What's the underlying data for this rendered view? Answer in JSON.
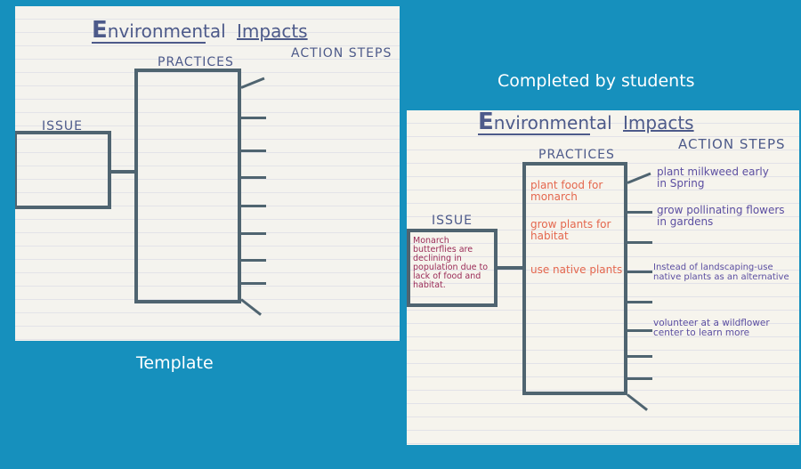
{
  "captions": {
    "completed": "Completed by students",
    "template": "Template"
  },
  "template_chart": {
    "title_initial": "E",
    "title_rest": "nvironmental",
    "title_impacts": "Impacts",
    "action_steps": "ACTION STEPS",
    "practices": "PRACTICES",
    "issue": "ISSUE"
  },
  "student_chart": {
    "title_initial": "E",
    "title_rest": "nvironmental",
    "title_impacts": "Impacts",
    "action_steps": "ACTION STEPS",
    "practices": "PRACTICES",
    "issue": "ISSUE",
    "issue_text": "Monarch butterflies are declining in population due to lack of food and habitat.",
    "practice_items": [
      "plant food for monarch",
      "grow plants for habitat",
      "use native plants"
    ],
    "action_items": [
      "plant milkweed early in Spring",
      "grow pollinating flowers in gardens",
      "Instead of landscaping-use native plants as an alternative",
      "volunteer at a wildflower center to learn more"
    ]
  },
  "colors": {
    "background": "#1690bd",
    "frame": "#4f6470",
    "heading": "#4d5a8a",
    "practice_text": "#e4674e",
    "issue_text": "#9a2a56",
    "action_text": "#5b4ea1"
  }
}
